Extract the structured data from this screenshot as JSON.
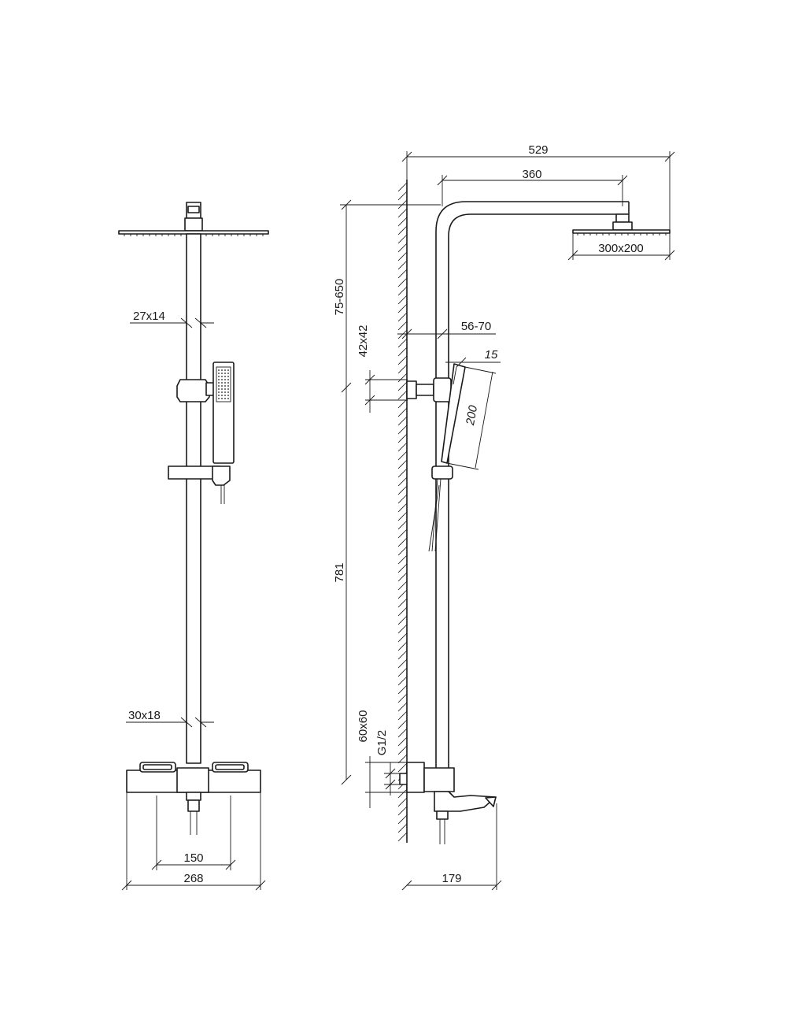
{
  "front_view": {
    "dims": {
      "bar_section": "27x14",
      "thermostat_section": "30x18",
      "inlet_spacing": "150",
      "overall_width": "268"
    }
  },
  "side_view": {
    "dims": {
      "total_projection": "529",
      "arm_length": "360",
      "head_size": "300x200",
      "height_adjust": "75-650",
      "bracket_section": "42x42",
      "wall_offset": "56-70",
      "handshower_depth": "15",
      "handshower_length": "200",
      "bar_height": "781",
      "mixer_section": "60x60",
      "thread": "G1/2",
      "spout_projection": "179"
    }
  }
}
